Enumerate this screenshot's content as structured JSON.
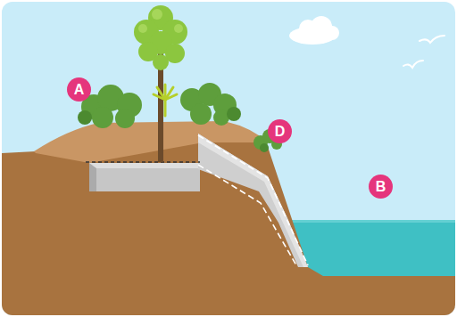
{
  "diagram": {
    "nodes": [
      {
        "text": [
          "A"
        ]
      },
      {
        "text": [
          "D"
        ]
      },
      {
        "text": [
          "B"
        ]
      }
    ]
  }
}
